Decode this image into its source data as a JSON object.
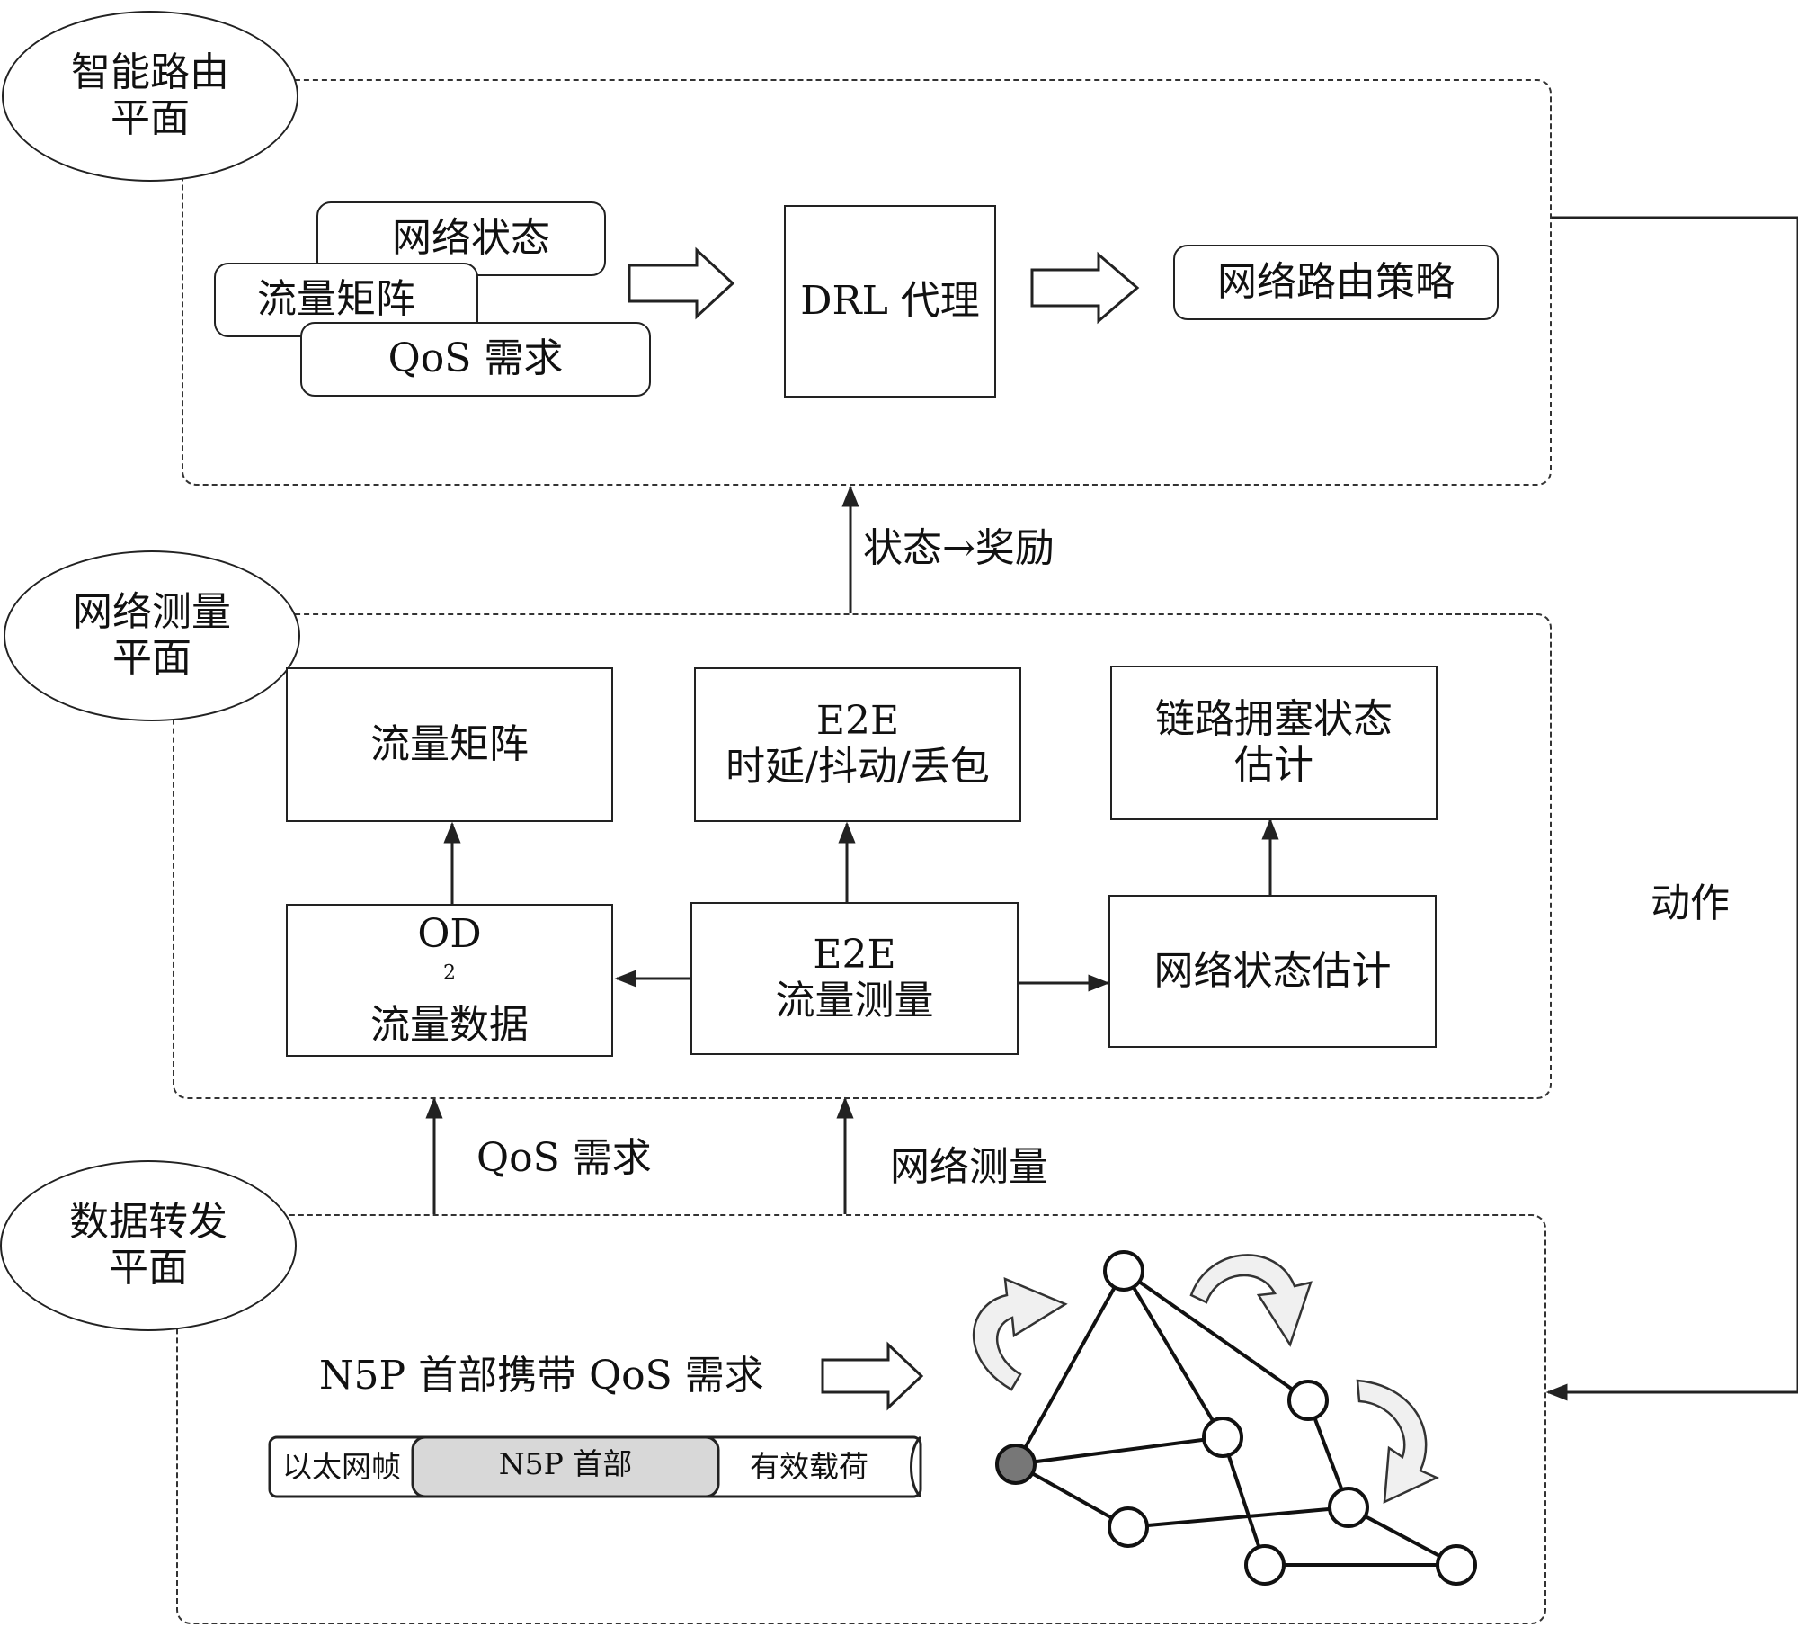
{
  "planes": {
    "routing": {
      "label_line1": "智能路由",
      "label_line2": "平面"
    },
    "measurement": {
      "label_line1": "网络测量",
      "label_line2": "平面"
    },
    "forwarding": {
      "label_line1": "数据转发",
      "label_line2": "平面"
    }
  },
  "routing_plane": {
    "input_network_state": "网络状态",
    "input_traffic_matrix": "流量矩阵",
    "input_qos": "QoS 需求",
    "drl_agent": "DRL 代理",
    "routing_policy": "网络路由策略"
  },
  "measurement_plane": {
    "traffic_matrix": "流量矩阵",
    "e2e_metrics_line1": "E2E",
    "e2e_metrics_line2": "时延/抖动/丢包",
    "link_congestion_line1": "链路拥塞状态",
    "link_congestion_line2": "估计",
    "od_flow_line1": "OD",
    "od_flow_sup": "2",
    "od_flow_line2": "流量数据",
    "e2e_measure_line1": "E2E",
    "e2e_measure_line2": "流量测量",
    "network_state_estimation": "网络状态估计"
  },
  "arrows": {
    "state_reward": "状态→奖励",
    "action": "动作",
    "qos_demand": "QoS 需求",
    "network_measurement": "网络测量"
  },
  "forwarding_plane": {
    "n5p_caption": "N5P 首部携带 QoS 需求",
    "packet": {
      "ethernet_frame": "以太网帧",
      "n5p_header": "N5P 首部",
      "payload": "有效载荷"
    }
  },
  "network_graph": {
    "source_node_color": "#777777"
  }
}
